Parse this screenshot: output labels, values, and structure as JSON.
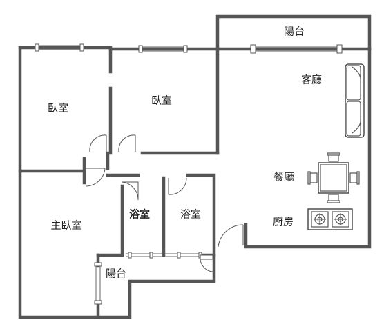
{
  "floor_plan": {
    "rooms": [
      {
        "id": "balcony-top",
        "label": "陽台"
      },
      {
        "id": "living-room",
        "label": "客廳"
      },
      {
        "id": "bedroom-1",
        "label": "臥室"
      },
      {
        "id": "bedroom-2",
        "label": "臥室"
      },
      {
        "id": "dining-room",
        "label": "餐廳"
      },
      {
        "id": "kitchen",
        "label": "廚房"
      },
      {
        "id": "master-bedroom",
        "label": "主臥室"
      },
      {
        "id": "bathroom-1",
        "label": "浴室"
      },
      {
        "id": "bathroom-2",
        "label": "浴室"
      },
      {
        "id": "balcony-bottom",
        "label": "陽台"
      }
    ],
    "furniture": [
      "sofa-icon",
      "dining-table-icon",
      "stove-icon"
    ],
    "colors": {
      "wall": "#555555",
      "background": "#ffffff",
      "text": "#222222"
    }
  }
}
